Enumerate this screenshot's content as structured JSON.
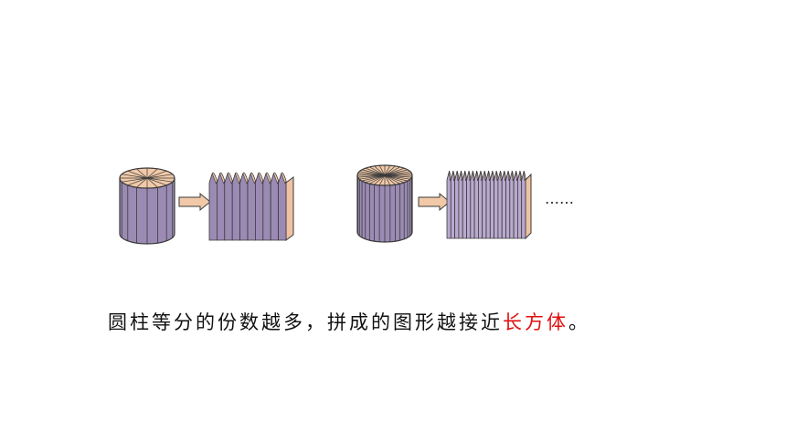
{
  "figure": {
    "continuation": "……",
    "caption": {
      "text": "圆柱等分的份数越多，拼成的图形越接近",
      "highlight": "长方体",
      "end": "。"
    }
  },
  "colors": {
    "cylinder_side": "#9b8bb4",
    "cylinder_side_light": "#b9a9cf",
    "top_face": "#f1c9a8",
    "side_face": "#efc3a2",
    "line": "#3a3a3a",
    "arrow_fill": "#f1c9a8",
    "highlight": "#e01010"
  },
  "stages": [
    {
      "slices": 16,
      "strips": 10
    },
    {
      "slices": 32,
      "strips": 20
    }
  ]
}
